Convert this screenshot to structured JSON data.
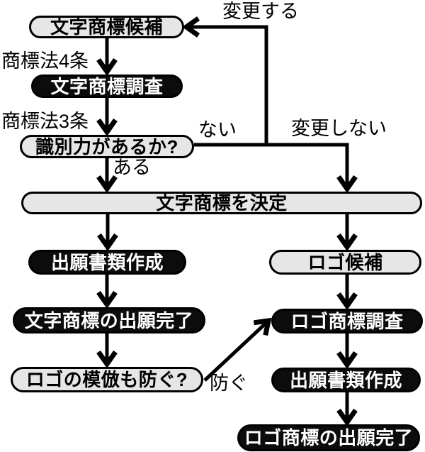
{
  "diagram": {
    "description": "trademark-application-flowchart",
    "colors": {
      "light_node_fill": "#e6e6e6",
      "dark_node_fill": "#0c0c0c",
      "node_border": "#000000",
      "line": "#000000",
      "background": "#ffffff"
    },
    "nodes": [
      {
        "id": "text-mark-candidate",
        "label": "文字商標候補",
        "variant": "light"
      },
      {
        "id": "text-mark-search",
        "label": "文字商標調査",
        "variant": "dark"
      },
      {
        "id": "distinctiveness-question",
        "label": "識別力があるか?",
        "variant": "light"
      },
      {
        "id": "decide-text-mark",
        "label": "文字商標を決定",
        "variant": "light"
      },
      {
        "id": "prepare-filing-documents-text",
        "label": "出願書類作成",
        "variant": "dark"
      },
      {
        "id": "logo-candidate",
        "label": "ロゴ候補",
        "variant": "light"
      },
      {
        "id": "text-mark-filing-complete",
        "label": "文字商標の出願完了",
        "variant": "dark"
      },
      {
        "id": "logo-mark-search",
        "label": "ロゴ商標調査",
        "variant": "dark"
      },
      {
        "id": "prevent-logo-imitation-question",
        "label": "ロゴの模倣も防ぐ?",
        "variant": "light"
      },
      {
        "id": "prepare-filing-documents-logo",
        "label": "出願書類作成",
        "variant": "dark"
      },
      {
        "id": "logo-mark-filing-complete",
        "label": "ロゴ商標の出願完了",
        "variant": "dark"
      }
    ],
    "edge_labels": [
      {
        "id": "change",
        "text": "変更する"
      },
      {
        "id": "trademark-law-article-4",
        "text": "商標法4条"
      },
      {
        "id": "trademark-law-article-3",
        "text": "商標法3条"
      },
      {
        "id": "no-distinctiveness",
        "text": "ない"
      },
      {
        "id": "no-change",
        "text": "変更しない"
      },
      {
        "id": "has-distinctiveness",
        "text": "ある"
      },
      {
        "id": "prevent",
        "text": "防ぐ"
      }
    ]
  }
}
